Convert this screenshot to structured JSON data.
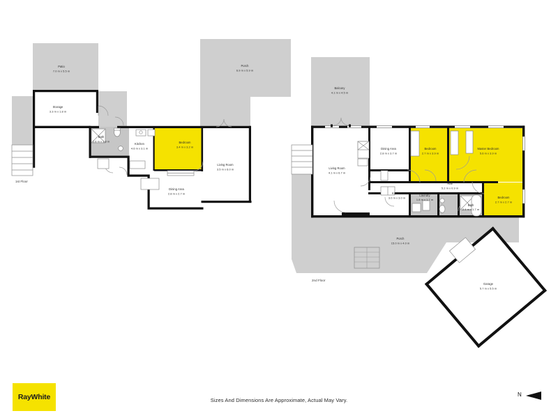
{
  "document": {
    "type": "real-estate-floor-plan",
    "disclaimer": "Sizes And Dimensions Are Approximate, Actual May Vary.",
    "brand": "RayWhite",
    "brand_color": "#f5e200",
    "north_label": "N"
  },
  "colors": {
    "wall": "#111111",
    "highlight_room": "#f5e200",
    "outdoor_area": "#cfcfcf",
    "interior": "#ffffff",
    "text": "#2b2b2b"
  },
  "floors": [
    {
      "id": "floor-1",
      "label": "1st Floor",
      "rooms": [
        {
          "name": "Patio",
          "dimensions": "7.0 m x 5.5 m",
          "fill": "outdoor"
        },
        {
          "name": "Porch",
          "dimensions": "6.9 m x 5.9 m",
          "fill": "outdoor"
        },
        {
          "name": "Storage",
          "dimensions": "3.3 m x 1.8 m",
          "fill": "interior"
        },
        {
          "name": "Bath",
          "dimensions": "2.6 m x 1.8 m",
          "fill": "outdoor"
        },
        {
          "name": "Kitchen",
          "dimensions": "4.6 m x 3.1 m",
          "fill": "interior"
        },
        {
          "name": "Bedroom",
          "dimensions": "3.4 m x 3.2 m",
          "fill": "highlight"
        },
        {
          "name": "Living Room",
          "dimensions": "3.5 m x 6.0 m",
          "fill": "interior"
        },
        {
          "name": "Dining Area",
          "dimensions": "2.8 m x 2.7 m",
          "fill": "interior"
        }
      ]
    },
    {
      "id": "floor-2",
      "label": "2nd Floor",
      "rooms": [
        {
          "name": "Balcony",
          "dimensions": "4.1 m x 4.5 m",
          "fill": "outdoor"
        },
        {
          "name": "Living Room",
          "dimensions": "4.1 m x 6.7 m",
          "fill": "interior"
        },
        {
          "name": "Dining Area",
          "dimensions": "2.8 m x 3.7 m",
          "fill": "interior"
        },
        {
          "name": "Kitchen",
          "dimensions": "3.0 m x 3.0 m",
          "fill": "interior"
        },
        {
          "name": "Bedroom",
          "dimensions": "2.7 m x 3.9 m",
          "fill": "highlight"
        },
        {
          "name": "Master Bedroom",
          "dimensions": "5.6 m x 3.9 m",
          "fill": "highlight"
        },
        {
          "name": "Hall",
          "dimensions": "5.2 m x 0.9 m",
          "fill": "interior"
        },
        {
          "name": "Laundry",
          "dimensions": "1.8 m x 1.7 m",
          "fill": "outdoor"
        },
        {
          "name": "Bath",
          "dimensions": "2.4 m x 1.7 m",
          "fill": "outdoor"
        },
        {
          "name": "Bedroom",
          "dimensions": "2.7 m x 2.7 m",
          "fill": "highlight"
        },
        {
          "name": "Porch",
          "dimensions": "15.0 m x 4.0 m",
          "fill": "outdoor"
        },
        {
          "name": "Garage",
          "dimensions": "5.7 m x 5.5 m",
          "fill": "interior"
        }
      ]
    }
  ]
}
